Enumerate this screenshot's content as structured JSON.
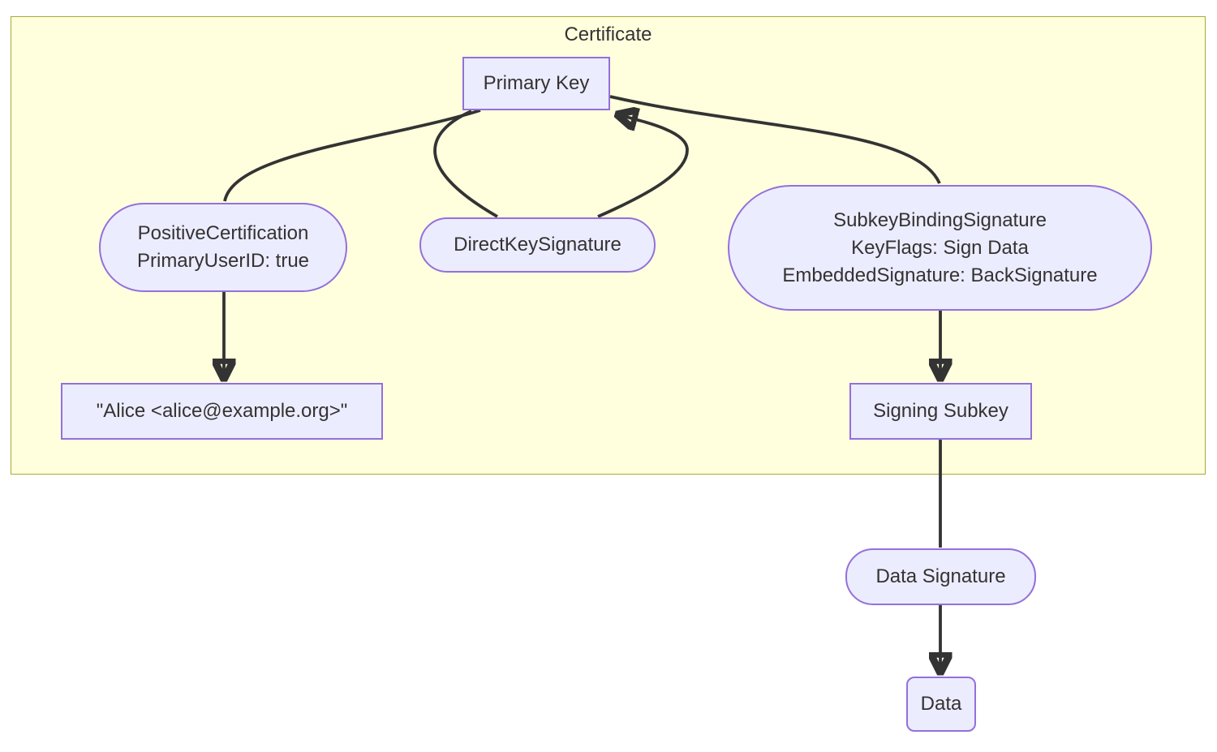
{
  "diagram": {
    "type": "flowchart",
    "cluster_label": "Certificate",
    "nodes": {
      "primary_key": {
        "label": "Primary Key",
        "shape": "rectangle"
      },
      "positive_certification": {
        "line1": "PositiveCertification",
        "line2": "PrimaryUserID: true",
        "shape": "stadium"
      },
      "direct_key_signature": {
        "label": "DirectKeySignature",
        "shape": "stadium"
      },
      "subkey_binding_signature": {
        "line1": "SubkeyBindingSignature",
        "line2": "KeyFlags: Sign Data",
        "line3": "EmbeddedSignature: BackSignature",
        "shape": "stadium"
      },
      "user_id": {
        "label": "\"Alice <alice@example.org>\"",
        "shape": "rectangle"
      },
      "signing_subkey": {
        "label": "Signing Subkey",
        "shape": "rectangle"
      },
      "data_signature": {
        "label": "Data Signature",
        "shape": "stadium"
      },
      "data": {
        "label": "Data",
        "shape": "rounded-rectangle"
      }
    },
    "edges": [
      {
        "from": "primary_key",
        "to": "positive_certification",
        "arrow": false
      },
      {
        "from": "positive_certification",
        "to": "user_id",
        "arrow": true
      },
      {
        "from": "primary_key",
        "to": "direct_key_signature",
        "arrow": false
      },
      {
        "from": "direct_key_signature",
        "to": "primary_key",
        "arrow": true
      },
      {
        "from": "primary_key",
        "to": "subkey_binding_signature",
        "arrow": false
      },
      {
        "from": "subkey_binding_signature",
        "to": "signing_subkey",
        "arrow": true
      },
      {
        "from": "signing_subkey",
        "to": "data_signature",
        "arrow": false
      },
      {
        "from": "data_signature",
        "to": "data",
        "arrow": true
      }
    ],
    "colors": {
      "node_fill": "#ECECFF",
      "node_border": "#9370DB",
      "cluster_fill": "#FFFFDE",
      "cluster_border": "#AAAA33",
      "edge": "#333333",
      "text": "#333333",
      "background": "#FFFFFF"
    }
  }
}
